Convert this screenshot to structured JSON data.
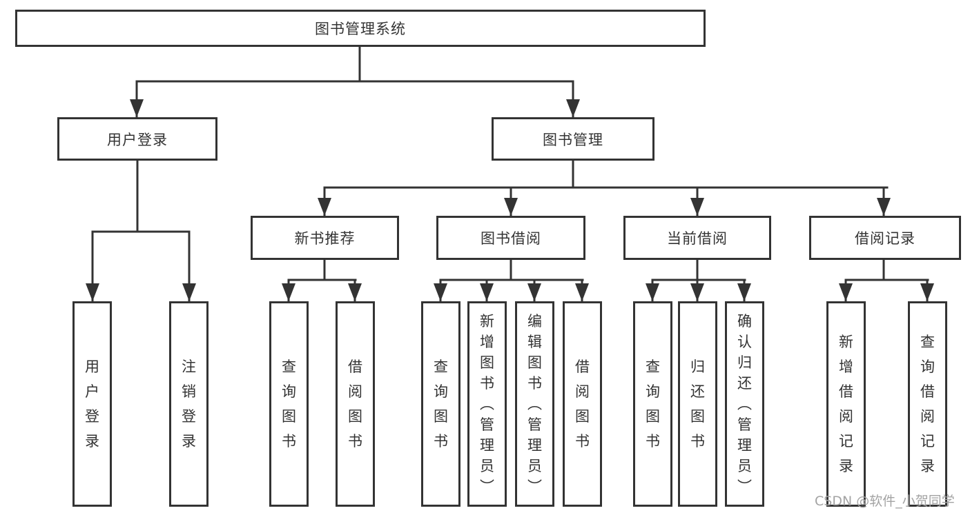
{
  "diagram": {
    "title": "图书管理系统",
    "level2": [
      {
        "label": "用户登录",
        "children": [
          "用户登录",
          "注销登录"
        ]
      },
      {
        "label": "图书管理",
        "groups": [
          {
            "label": "新书推荐",
            "children": [
              "查询图书",
              "借阅图书"
            ]
          },
          {
            "label": "图书借阅",
            "children": [
              "查询图书",
              "新增图书（管理员）",
              "编辑图书（管理员）",
              "借阅图书"
            ]
          },
          {
            "label": "当前借阅",
            "children": [
              "查询图书",
              "归还图书",
              "确认归还（管理员）"
            ]
          },
          {
            "label": "借阅记录",
            "children": [
              "新增借阅记录",
              "查询借阅记录"
            ]
          }
        ]
      }
    ]
  },
  "watermark": {
    "text": "CSDN @软件_小贺同学"
  },
  "colors": {
    "line": "#333333",
    "text": "#333333",
    "background": "#ffffff",
    "watermark": "#a3a3a3"
  }
}
